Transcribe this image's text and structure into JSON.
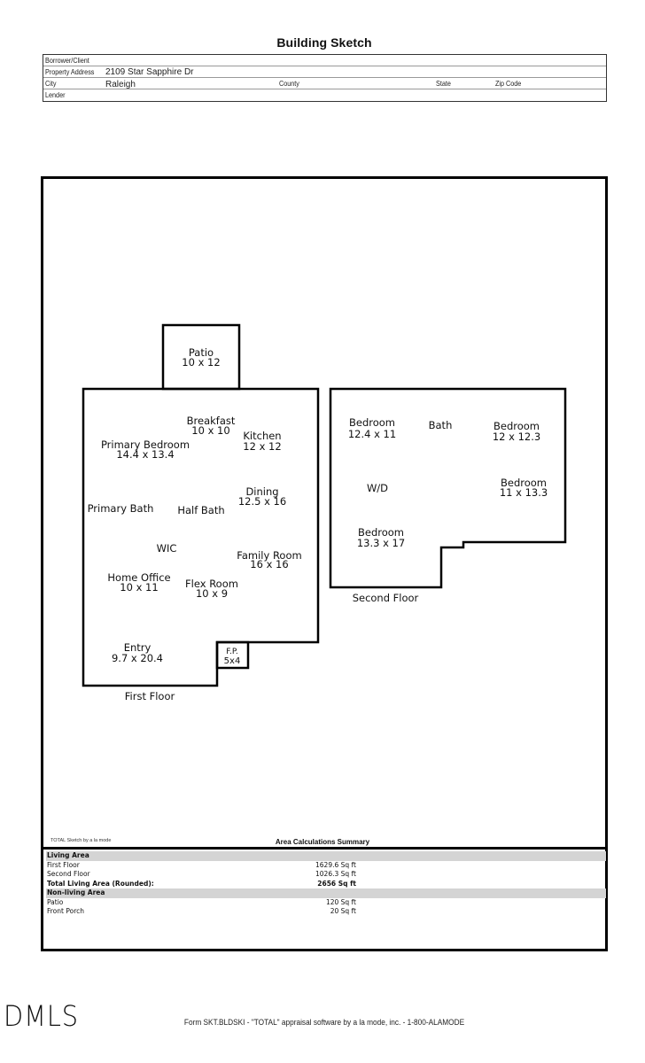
{
  "header": {
    "title": "Building Sketch"
  },
  "info": {
    "borrower_label": "Borrower/Client",
    "borrower_value": "",
    "address_label": "Property Address",
    "address_value": "2109 Star Sapphire Dr",
    "city_label": "City",
    "city_value": "Raleigh",
    "county_label": "County",
    "county_value": "",
    "state_label": "State",
    "state_value": "",
    "zip_label": "Zip Code",
    "zip_value": "",
    "lender_label": "Lender",
    "lender_value": ""
  },
  "sketch": {
    "first_floor_label": "First Floor",
    "second_floor_label": "Second Floor",
    "rooms": {
      "patio_name": "Patio",
      "patio_dim": "10 x 12",
      "breakfast_name": "Breakfast",
      "breakfast_dim": "10 x 10",
      "kitchen_name": "Kitchen",
      "kitchen_dim": "12 x 12",
      "primary_bedroom_name": "Primary Bedroom",
      "primary_bedroom_dim": "14.4 x 13.4",
      "dining_name": "Dining",
      "dining_dim": "12.5 x 16",
      "primary_bath_name": "Primary Bath",
      "half_bath_name": "Half Bath",
      "wic_name": "WIC",
      "family_room_name": "Family Room",
      "family_room_dim": "16 x 16",
      "home_office_name": "Home Office",
      "home_office_dim": "10 x 11",
      "flex_room_name": "Flex Room",
      "flex_room_dim": "10 x 9",
      "entry_name": "Entry",
      "entry_dim": "9.7 x 20.4",
      "fp_name": "F.P.",
      "fp_dim": "5x4",
      "bedroom1_name": "Bedroom",
      "bedroom1_dim": "12.4 x 11",
      "bath_name": "Bath",
      "bedroom2_name": "Bedroom",
      "bedroom2_dim": "12 x 12.3",
      "wd_name": "W/D",
      "bedroom3_name": "Bedroom",
      "bedroom3_dim": "11 x 13.3",
      "bedroom4_name": "Bedroom",
      "bedroom4_dim": "13.3 x 17"
    }
  },
  "summary": {
    "credit": "TOTAL Sketch by a la mode",
    "title": "Area Calculations Summary",
    "living_header": "Living Area",
    "living_rows": [
      {
        "name": "First Floor",
        "value": "1629.6 Sq ft"
      },
      {
        "name": "Second Floor",
        "value": "1026.3 Sq ft"
      }
    ],
    "total_label": "Total Living Area (Rounded):",
    "total_value": "2656 Sq ft",
    "nonliving_header": "Non-living Area",
    "nonliving_rows": [
      {
        "name": "Patio",
        "value": "120 Sq ft"
      },
      {
        "name": "Front Porch",
        "value": "20 Sq ft"
      }
    ]
  },
  "footer": {
    "logo": "DMLS",
    "text": "Form SKT.BLDSKI - \"TOTAL\" appraisal software by a la mode, inc. - 1-800-ALAMODE"
  }
}
